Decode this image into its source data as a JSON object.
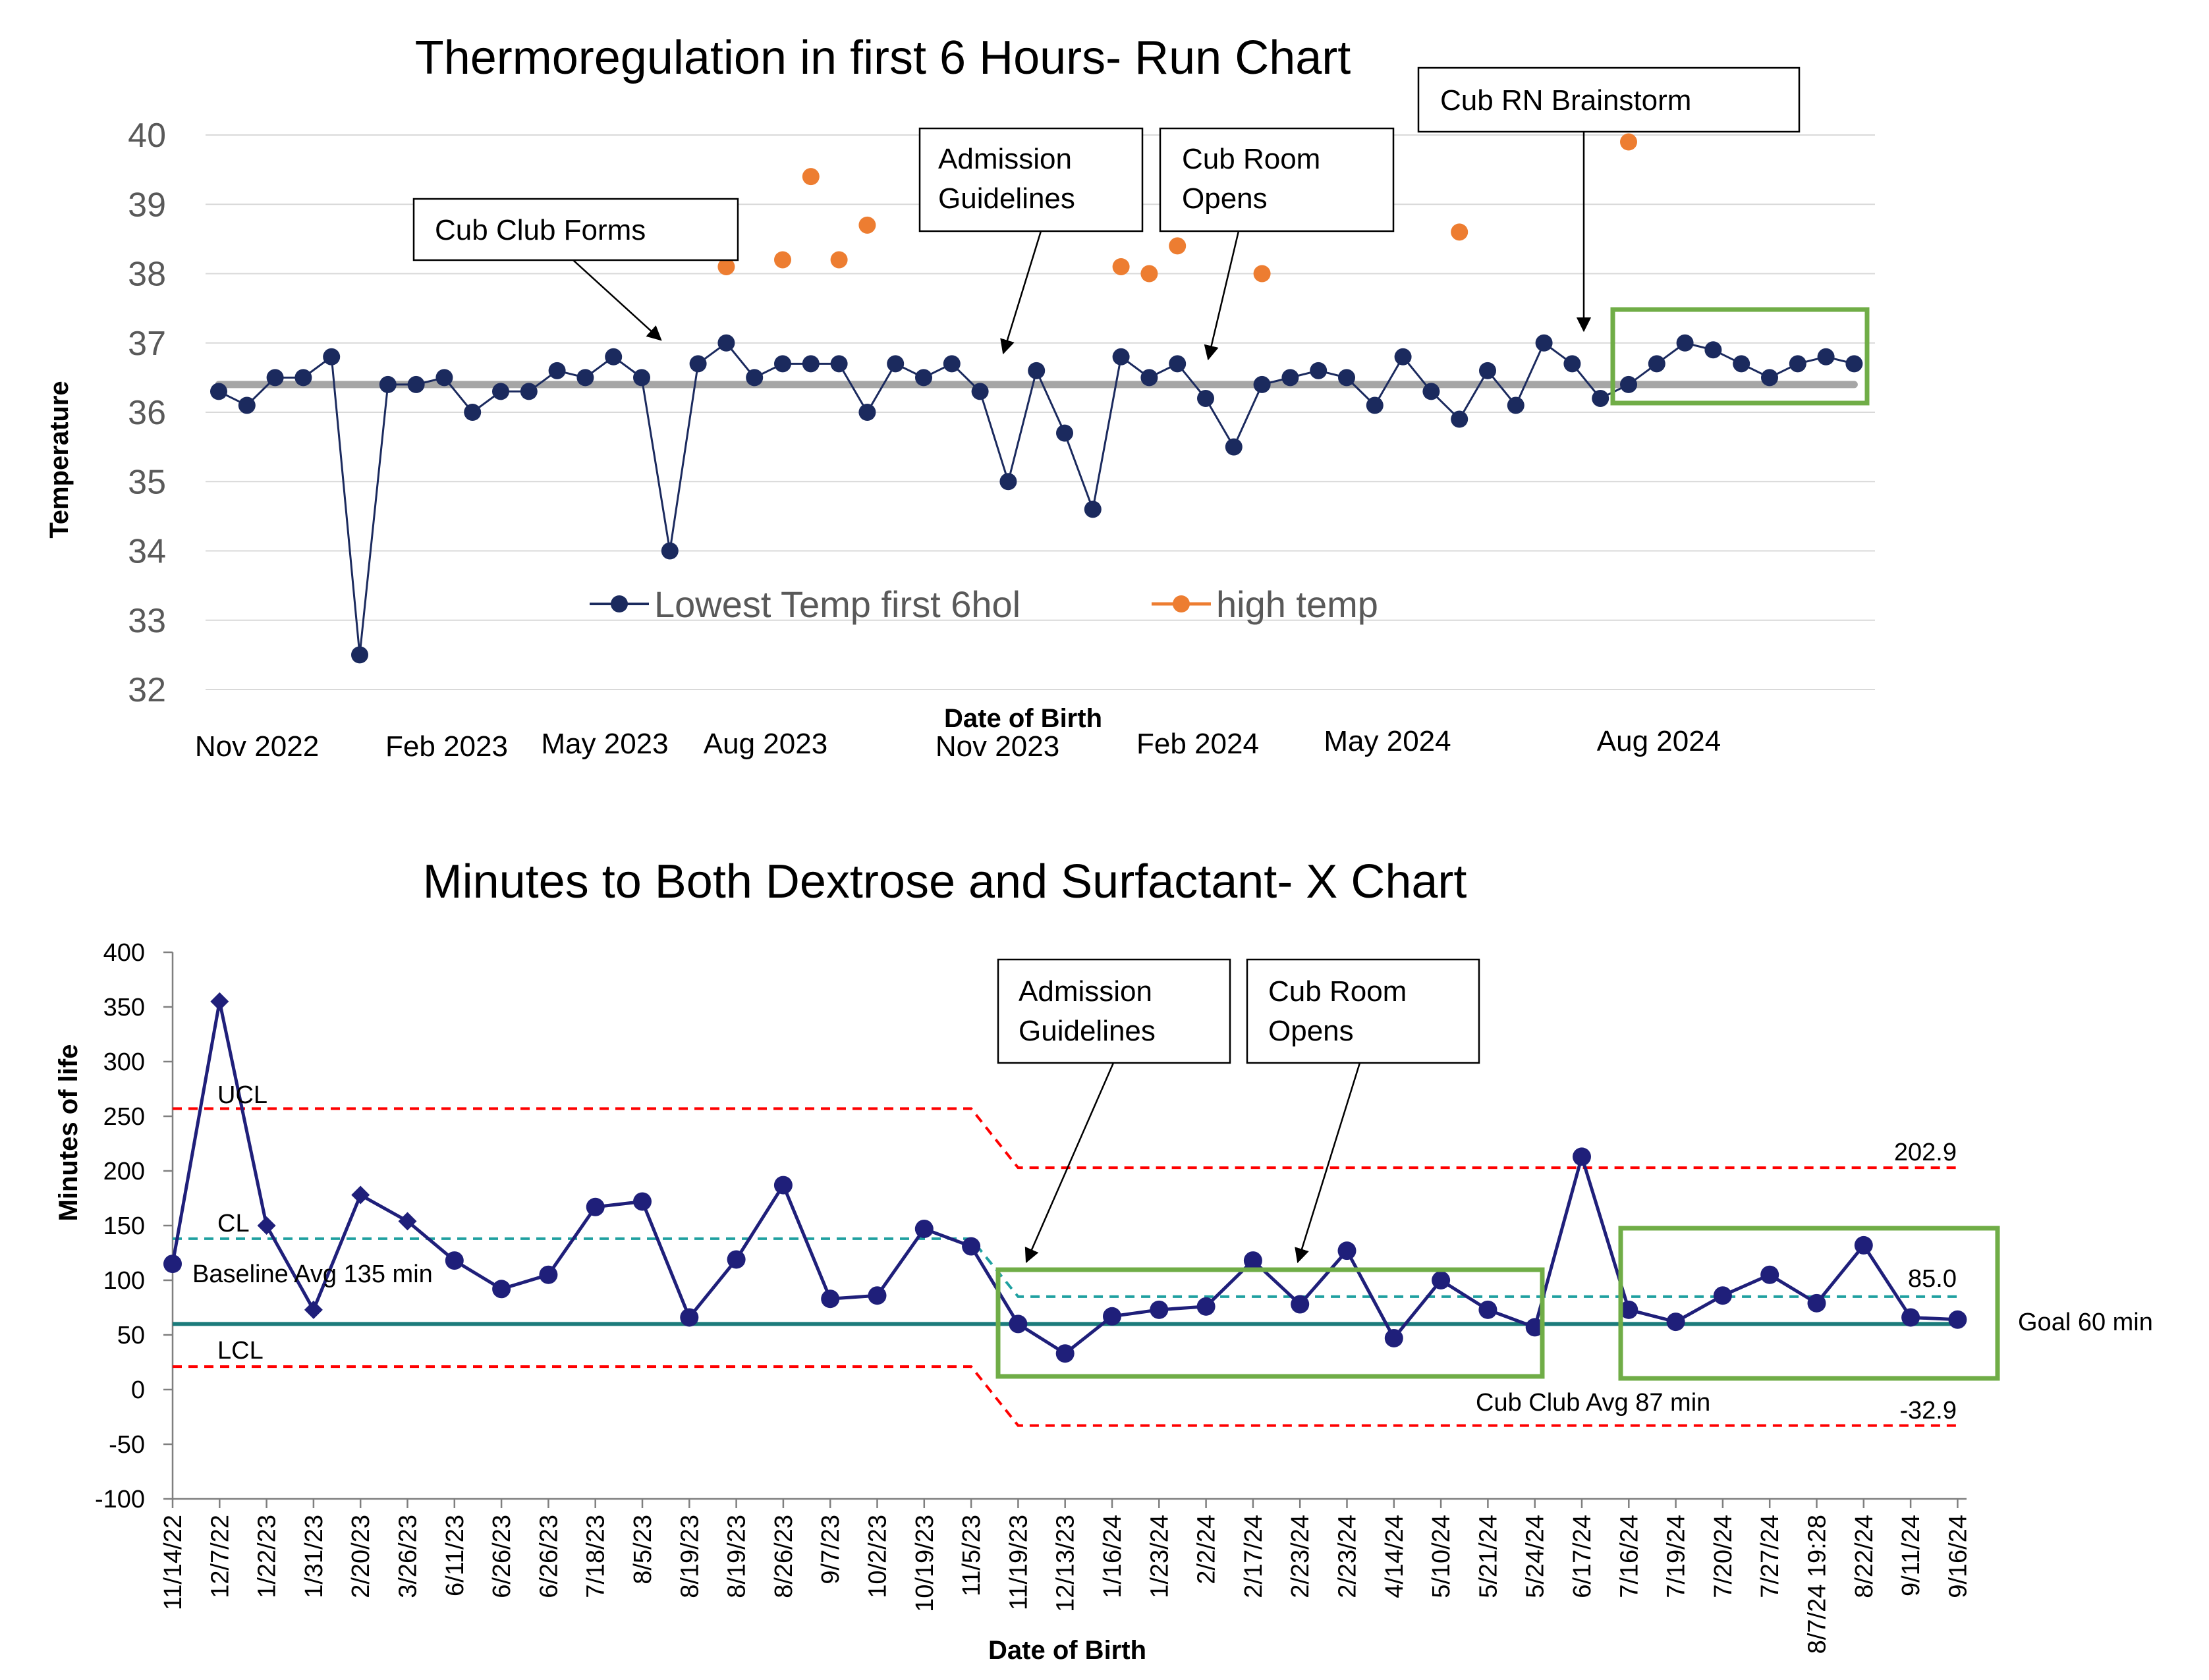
{
  "chart_data": [
    {
      "type": "line",
      "title": "Thermoregulation in first 6 Hours- Run Chart",
      "xlabel": "Date of Birth",
      "ylabel": "Temperature",
      "ylim": [
        32,
        40
      ],
      "yticks": [
        "32",
        "33",
        "34",
        "35",
        "36",
        "37",
        "38",
        "39",
        "40"
      ],
      "x_tick_labels": [
        "Nov 2022",
        "Feb 2023",
        "May 2023",
        "Aug 2023",
        "Nov 2023",
        "Feb 2024",
        "May 2024",
        "Aug 2024"
      ],
      "grid": true,
      "legend_position": "bottom-inside",
      "colors": {
        "low": "#1b2a5e",
        "high": "#ed7d31",
        "median": "#a6a6a6",
        "highlight": "#70ad47"
      },
      "median_value": 36.4,
      "series": [
        {
          "name": "Lowest Temp first 6hol",
          "values": [
            36.3,
            36.1,
            36.5,
            36.5,
            36.8,
            32.5,
            36.4,
            36.4,
            36.5,
            36.0,
            36.3,
            36.3,
            36.6,
            36.5,
            36.8,
            36.5,
            34.0,
            36.7,
            37.0,
            36.5,
            36.7,
            36.7,
            36.7,
            36.0,
            36.7,
            36.5,
            36.7,
            36.3,
            35.0,
            36.6,
            35.7,
            34.6,
            36.8,
            36.5,
            36.7,
            36.2,
            35.5,
            36.4,
            36.5,
            36.6,
            36.5,
            36.1,
            36.8,
            36.3,
            35.9,
            36.6,
            36.1,
            37.0,
            36.7,
            36.2,
            36.4,
            36.7,
            37.0,
            36.9,
            36.7,
            36.5,
            36.7,
            36.8,
            36.7
          ]
        },
        {
          "name": "high temp",
          "points": [
            {
              "i": 18,
              "v": 38.1
            },
            {
              "i": 20,
              "v": 38.2
            },
            {
              "i": 21,
              "v": 39.4
            },
            {
              "i": 22,
              "v": 38.2
            },
            {
              "i": 23,
              "v": 38.7
            },
            {
              "i": 32,
              "v": 38.1
            },
            {
              "i": 33,
              "v": 38.0
            },
            {
              "i": 34,
              "v": 38.4
            },
            {
              "i": 37,
              "v": 38.0
            },
            {
              "i": 44,
              "v": 38.6
            },
            {
              "i": 50,
              "v": 39.9
            }
          ]
        }
      ],
      "annotations": [
        {
          "lines": [
            "Cub Club Forms"
          ]
        },
        {
          "lines": [
            "Admission",
            "Guidelines"
          ]
        },
        {
          "lines": [
            "Cub Room",
            "Opens"
          ]
        },
        {
          "lines": [
            "Cub RN Brainstorm"
          ]
        }
      ]
    },
    {
      "type": "line",
      "title": "Minutes to Both Dextrose and Surfactant- X Chart",
      "xlabel": "Date of Birth",
      "ylabel": "Minutes of life",
      "ylim": [
        -100,
        400
      ],
      "yticks": [
        "-100",
        "-50",
        "0",
        "50",
        "100",
        "150",
        "200",
        "250",
        "300",
        "350",
        "400"
      ],
      "categories": [
        "11/14/22",
        "12/7/22",
        "1/22/23",
        "1/31/23",
        "2/20/23",
        "3/26/23",
        "6/11/23",
        "6/26/23",
        "6/26/23",
        "7/18/23",
        "8/5/23",
        "8/19/23",
        "8/19/23",
        "8/26/23",
        "9/7/23",
        "10/2/23",
        "10/19/23",
        "11/5/23",
        "11/19/23",
        "12/13/23",
        "1/16/24",
        "1/23/24",
        "2/2/24",
        "2/17/24",
        "2/23/24",
        "2/23/24",
        "4/14/24",
        "5/10/24",
        "5/21/24",
        "5/24/24",
        "6/17/24",
        "7/16/24",
        "7/19/24",
        "7/20/24",
        "7/27/24",
        "8/7/24 19:28",
        "8/22/24",
        "9/11/24",
        "9/16/24"
      ],
      "series": [
        {
          "name": "Minutes",
          "values": [
            115,
            355,
            150,
            73,
            178,
            154,
            118,
            92,
            105,
            167,
            172,
            66,
            119,
            187,
            83,
            86,
            147,
            131,
            60,
            33,
            67,
            73,
            76,
            118,
            78,
            127,
            47,
            100,
            73,
            57,
            213,
            73,
            62,
            86,
            105,
            79,
            132,
            66,
            64
          ],
          "diamond_indices": [
            1,
            2,
            3,
            4,
            5
          ]
        }
      ],
      "control_limits": {
        "baseline": {
          "ucl": 257,
          "cl": 138,
          "lcl": 21
        },
        "post": {
          "ucl": 202.9,
          "cl": 85.0,
          "lcl": -32.9
        },
        "goal": 60
      },
      "labels": {
        "ucl": "UCL",
        "cl": "CL",
        "lcl": "LCL",
        "ucl_value": "202.9",
        "cl_value": "85.0",
        "lcl_value": "-32.9",
        "baseline_avg": "Baseline Avg 135 min",
        "cub_club_avg": "Cub Club Avg 87 min",
        "goal": "Goal 60 min"
      },
      "colors": {
        "series": "#1f1f7a",
        "limits": "#ff0000",
        "center": "#1fa0a0",
        "goal": "#1b7b7b",
        "highlight": "#70ad47"
      },
      "annotations": [
        {
          "lines": [
            "Admission",
            "Guidelines"
          ]
        },
        {
          "lines": [
            "Cub Room",
            "Opens"
          ]
        }
      ]
    }
  ]
}
